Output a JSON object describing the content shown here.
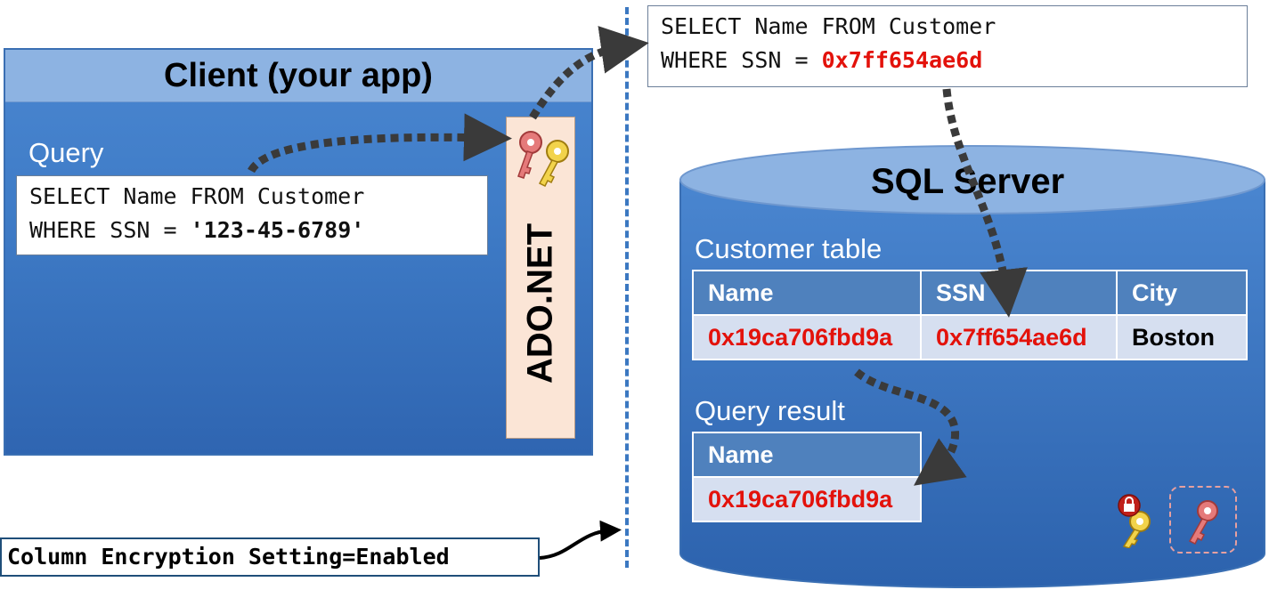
{
  "client": {
    "title": "Client (your app)",
    "query_label": "Query",
    "query_line1": "SELECT Name FROM Customer",
    "query_line2_prefix": "WHERE SSN = ",
    "query_line2_value": "'123-45-6789'"
  },
  "driver": {
    "label": "ADO.NET"
  },
  "wire_query": {
    "line1": "SELECT Name FROM Customer",
    "line2_prefix": "WHERE SSN = ",
    "line2_value": "0x7ff654ae6d"
  },
  "server": {
    "title": "SQL Server",
    "customer_table": {
      "label": "Customer table",
      "columns": [
        "Name",
        "SSN",
        "City"
      ],
      "rows": [
        [
          "0x19ca706fbd9a",
          "0x7ff654ae6d",
          "Boston"
        ]
      ]
    },
    "query_result": {
      "label": "Query result",
      "columns": [
        "Name"
      ],
      "rows": [
        [
          "0x19ca706fbd9a"
        ]
      ]
    }
  },
  "connection_string": "Column Encryption Setting=Enabled",
  "icons": {
    "client_keys": "keys-icon",
    "server_locked_key": "locked-key-icon",
    "server_key_placeholder": "key-icon"
  },
  "colors": {
    "encrypted_text": "#e3120b",
    "client_fill": "#3f7cc7",
    "client_header": "#8db3e2",
    "driver_fill": "#fbe5d6",
    "table_header": "#4f81bd",
    "table_cell": "#d6dff0"
  }
}
